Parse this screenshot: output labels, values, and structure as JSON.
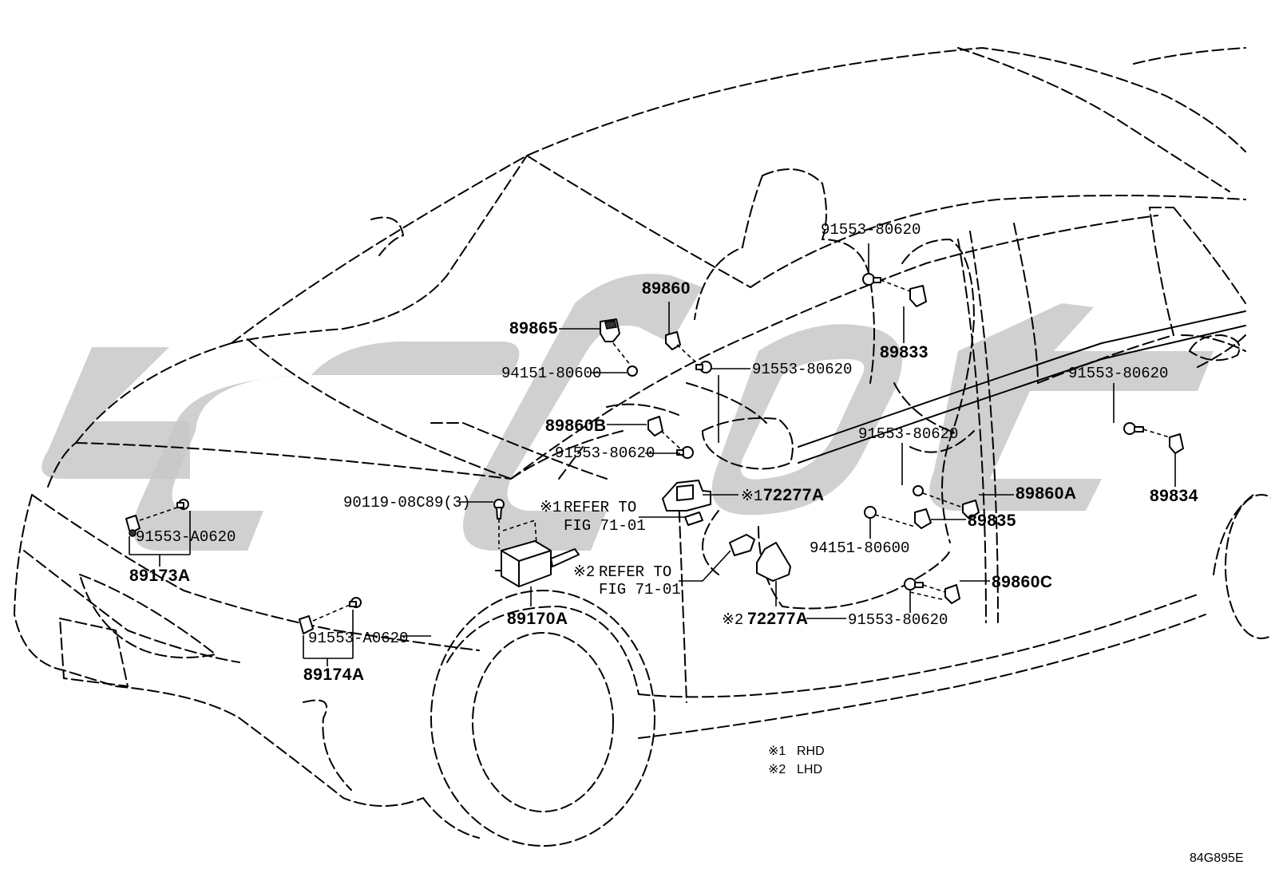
{
  "part_numbers": {
    "p89860": "89860",
    "p89865": "89865",
    "p94151_top": "94151-80600",
    "p89860B": "89860B",
    "p91553_mid": "91553-80620",
    "p90119": "90119-08C89(3)",
    "refer1_mark": "※1",
    "refer1_line1": "REFER TO",
    "refer1_line2": "FIG 71-01",
    "refer2_mark": "※2",
    "refer2_line1": "REFER TO",
    "refer2_line2": "FIG 71-01",
    "p89170A": "89170A",
    "p91553_A0620_top": "91553-A0620",
    "p89173A": "89173A",
    "p91553_A0620_bot": "91553-A0620",
    "p89174A": "89174A",
    "p91553_pillar": "91553-80620",
    "p91553_top": "91553-80620",
    "p89833": "89833",
    "p91553_right": "91553-80620",
    "p89834": "89834",
    "p91553_door": "91553-80620",
    "p89860A": "89860A",
    "p89835": "89835",
    "p94151_bot": "94151-80600",
    "p72277A_1_mark": "※1",
    "p72277A_1": "72277A",
    "p72277A_2_mark": "※2",
    "p72277A_2": "72277A",
    "p89860C": "89860C",
    "p91553_bottom": "91553-80620"
  },
  "legend": {
    "item1_mark": "※1",
    "item1_text": "RHD",
    "item2_mark": "※2",
    "item2_text": "LHD"
  },
  "figure_code": "84G895E",
  "watermark_color": "#c8c8c8"
}
